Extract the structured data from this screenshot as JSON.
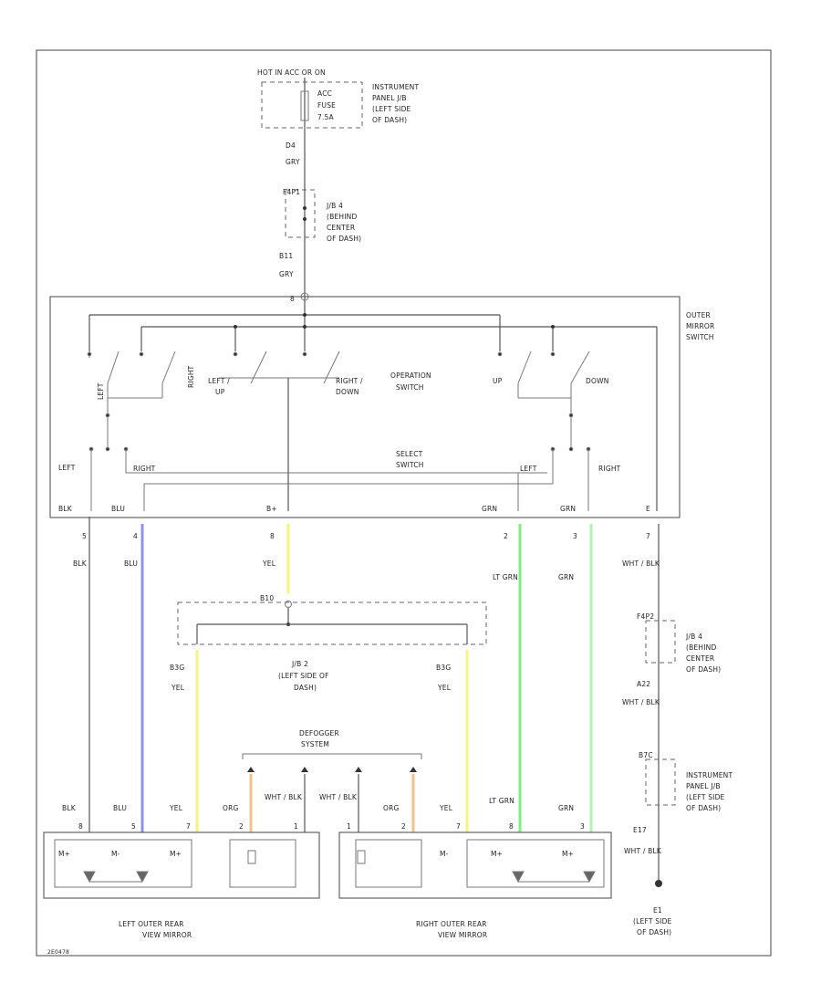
{
  "top_source": "HOT IN ACC OR ON",
  "acc_fuse": [
    "ACC",
    "FUSE",
    "7.5A"
  ],
  "instrument_panel_jb": [
    "INSTRUMENT",
    "PANEL J/B",
    "(LEFT SIDE",
    "OF DASH)"
  ],
  "connectors": {
    "c_top_d4": "D4",
    "c_top_gry1": "GRY",
    "c_jb4_top": "F4P1",
    "c_jb4_bottom": "B11",
    "c_gry2": "GRY",
    "c_switch_pin": "8",
    "c_jb2_top": "B10",
    "c_jb2_left": "B3G",
    "c_jb2_right": "B3G",
    "c_right_jb4": "F4P2",
    "c_right_a22": "A22",
    "c_right_ipjb": "B7C",
    "c_right_e17": "E17",
    "c_ground": "E1"
  },
  "jb4": [
    "J/B 4",
    "(BEHIND",
    "CENTER",
    "OF DASH)"
  ],
  "jb2": [
    "J/B 2",
    "(LEFT SIDE OF",
    "DASH)"
  ],
  "outer_mirror_switch": [
    "OUTER",
    "MIRROR",
    "SWITCH"
  ],
  "operation_switch": [
    "OPERATION",
    "SWITCH"
  ],
  "select_switch": [
    "SELECT",
    "SWITCH"
  ],
  "switch_labels": {
    "left_up": [
      "LEFT /",
      "UP"
    ],
    "right_down": [
      "RIGHT /",
      "DOWN"
    ],
    "up": "UP",
    "down": "DOWN",
    "left_rot": "LEFT",
    "right_rot": "RIGHT",
    "sel_left1": "LEFT",
    "sel_right1": "RIGHT",
    "sel_left2": "LEFT",
    "sel_right2": "RIGHT"
  },
  "switch_terminals": [
    "BLK",
    "BLU",
    "B+",
    "GRN",
    "GRN",
    "E"
  ],
  "pins_top": [
    "5",
    "4",
    "8",
    "2",
    "3",
    "7"
  ],
  "wire_colors_top": [
    "BLK",
    "BLU",
    "YEL",
    "LT GRN",
    "GRN",
    "WHT / BLK"
  ],
  "wire_colors_mid": [
    "YEL",
    "YEL",
    "WHT / BLK"
  ],
  "defogger": [
    "DEFOGGER",
    "SYSTEM"
  ],
  "bottom_wire_labels": [
    "BLK",
    "BLU",
    "YEL",
    "ORG",
    "WHT / BLK",
    "WHT / BLK",
    "ORG",
    "YEL",
    "LT GRN",
    "GRN",
    "WHT / BLK"
  ],
  "left_mirror_pins": [
    "8",
    "5",
    "7",
    "2",
    "1"
  ],
  "right_mirror_pins": [
    "1",
    "2",
    "7",
    "8",
    "3"
  ],
  "left_mirror_internal": [
    "M+",
    "M-",
    "M+"
  ],
  "right_mirror_internal": [
    "M-",
    "M+",
    "M+"
  ],
  "left_mirror": [
    "LEFT OUTER REAR",
    "VIEW MIRROR"
  ],
  "right_mirror": [
    "RIGHT OUTER REAR",
    "VIEW MIRROR"
  ],
  "ground": [
    "E1",
    "(LEFT SIDE",
    "OF DASH)"
  ],
  "footer_code": "2E0478",
  "wire_hex": {
    "blu": "#8f8ff5",
    "yel": "#f5f57a",
    "lt_grn": "#7df07d",
    "grn": "#b5f0b5",
    "org": "#f5c28a",
    "line": "#555555"
  }
}
